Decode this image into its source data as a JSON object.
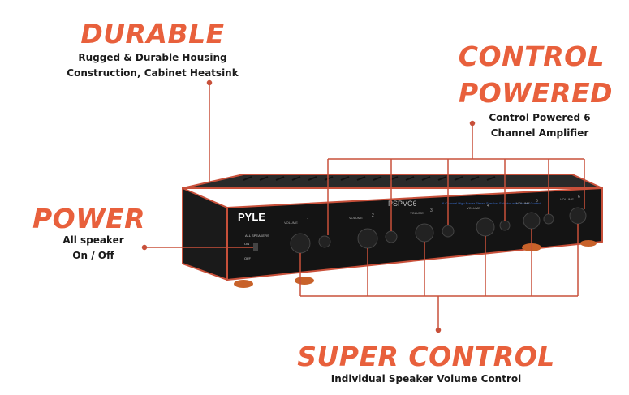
{
  "durable": {
    "title": "DURABLE",
    "line1": "Rugged & Durable Housing",
    "line2": "Construction, Cabinet Heatsink"
  },
  "control_powered": {
    "title_line1": "CONTROL",
    "title_line2": "POWERED",
    "line1": "Control Powered 6",
    "line2": "Channel Amplifier"
  },
  "power": {
    "title": "POWER",
    "line1": "All speaker",
    "line2": "On / Off"
  },
  "super_control": {
    "title": "SUPER CONTROL",
    "subtitle": "Individual Speaker Volume Control"
  },
  "device": {
    "brand": "PYLE",
    "model": "PSPVC6",
    "strip_text": "6 Channel High Power Stereo Speaker Selector with Volume Control",
    "all_speakers": "ALL SPEAKERS",
    "on_label": "ON",
    "off_label": "OFF",
    "volume_label": "VOLUME",
    "channels": [
      "1",
      "2",
      "3",
      "4",
      "5",
      "6"
    ]
  },
  "colors": {
    "accent": "#e8603c",
    "device_body": "#141414",
    "device_trim": "#c8503a",
    "text": "#1a1a1a"
  }
}
